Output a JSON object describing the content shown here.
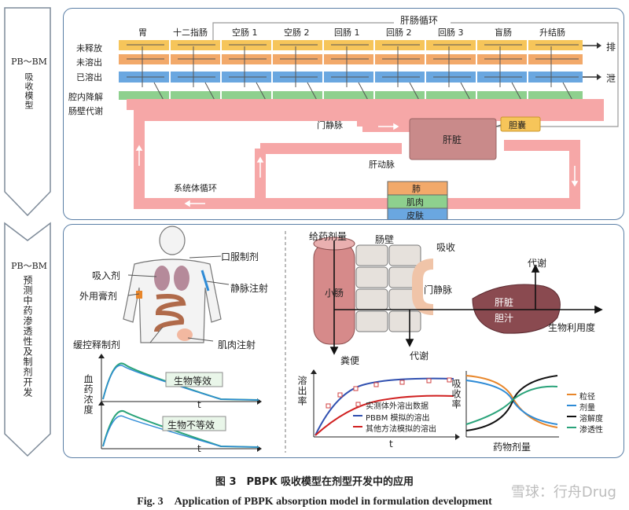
{
  "side": {
    "top_label_line1": "PB～BM",
    "top_label_line2": "吸收模型",
    "bottom_label_line1": "PB～BM",
    "bottom_label_line2": "预测中药渗透性及制剂开发"
  },
  "absorption": {
    "cycle_label": "肝肠循环",
    "segments": [
      "胃",
      "十二指肠",
      "空肠 1",
      "空肠 2",
      "回肠 1",
      "回肠 2",
      "回肠 3",
      "盲肠",
      "升结肠"
    ],
    "rows": [
      "未释放",
      "未溶出",
      "已溶出",
      "腔内降解",
      "肠壁代谢"
    ],
    "excretion_1": "排",
    "excretion_2": "泄",
    "portal_vein": "门静脉",
    "liver": "肝脏",
    "gallbladder": "胆囊",
    "hepatic_artery": "肝动脉",
    "systemic": "系统体循环",
    "organs": [
      "肺",
      "肌肉",
      "皮肤"
    ]
  },
  "body_panel": {
    "oral": "口服制剂",
    "inhaled": "吸入剂",
    "iv": "静脉注射",
    "topical": "外用膏剂",
    "sustained": "缓控释制剂",
    "im": "肌肉注射",
    "conc_label": "血药浓度",
    "equiv": "生物等效",
    "nonequiv": "生物不等效",
    "t_label": "t"
  },
  "gut_panel": {
    "dose": "给药剂量",
    "wall": "肠壁",
    "absorption": "吸收",
    "small_intestine": "小肠",
    "portal": "门静脉",
    "metabolism_top": "代谢",
    "liver_bile": "肝脏\n胆汁",
    "liver_1": "肝脏",
    "liver_2": "胆汁",
    "bioavailability": "生物利用度",
    "feces": "粪便",
    "metabolism_bottom": "代谢"
  },
  "dissolution_chart": {
    "ylabel": "溶出率",
    "xlabel": "t",
    "legend": [
      "实测体外溶出数据",
      "PBBM 模拟的溶出",
      "其他方法模拟的溶出"
    ]
  },
  "absorption_chart": {
    "ylabel": "吸收率",
    "xlabel": "药物剂量",
    "legend": [
      "粒径",
      "剂量",
      "溶解度",
      "渗透性"
    ]
  },
  "colors": {
    "orange": "#e8862a",
    "blue": "#2e8bd6",
    "black": "#111111",
    "green": "#2aa37a",
    "pink": "#f4a0a0",
    "liver": "#c98a8a"
  },
  "caption": {
    "cn": "图 3　PBPK 吸收模型在剂型开发中的应用",
    "en": "Fig. 3　Application of PBPK absorption model in formulation development"
  },
  "watermark": "雪球：行舟Drug"
}
